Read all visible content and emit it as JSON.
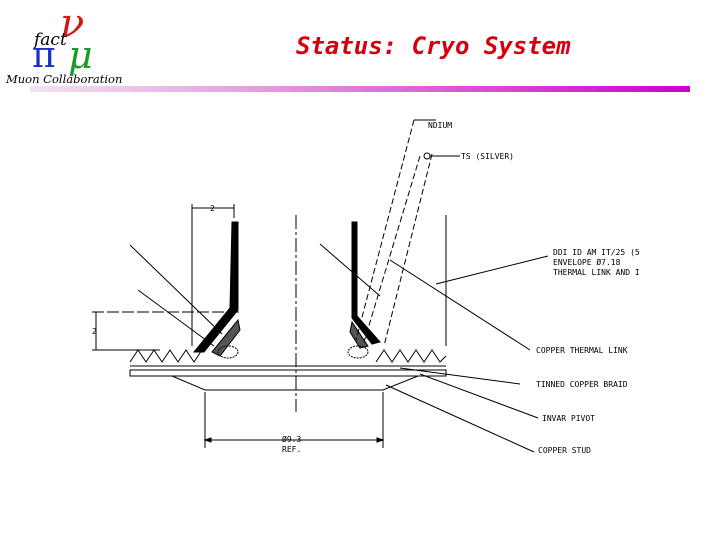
{
  "logo": {
    "fact": "fact",
    "nu": "ν",
    "pi": "π",
    "mu": "μ",
    "collaboration": "Muon Collaboration"
  },
  "title": "Status: Cryo System",
  "colors": {
    "title": "#d4000f",
    "rule_end": "#cc00cc"
  },
  "drawing": {
    "labels": {
      "indium": "NDIUM",
      "ts_silver": "TS (SILVER)",
      "dim_top": "2",
      "dim_side": "2",
      "note_line1": "DDI ID AM IT/25 (5",
      "note_line2": "ENVELOPE  Ø7.18",
      "note_line3": "THERMAL LINK AND I",
      "copper_thermal_link": "COPPER THERMAL LINK",
      "tinned_copper_braid": "TINNED COPPER BRAID",
      "invar_pivot": "INVAR PIVOT",
      "copper_stud": "COPPER STUD",
      "dia": "Ø9.3",
      "ref": "REF."
    }
  }
}
